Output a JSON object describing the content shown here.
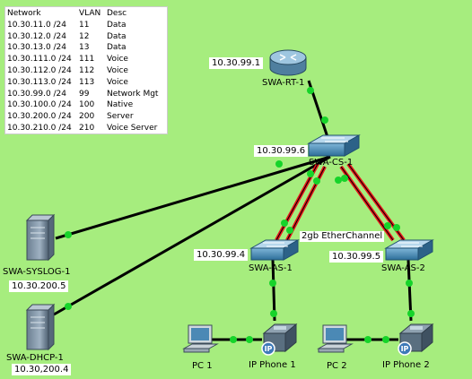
{
  "vlan_table": {
    "headers": [
      "Network",
      "VLAN",
      "Desc"
    ],
    "rows": [
      [
        "10.30.11.0 /24",
        "11",
        "Data"
      ],
      [
        "10.30.12.0 /24",
        "12",
        "Data"
      ],
      [
        "10.30.13.0 /24",
        "13",
        "Data"
      ],
      [
        "10.30.111.0 /24",
        "111",
        "Voice"
      ],
      [
        "10.30.112.0 /24",
        "112",
        "Voice"
      ],
      [
        "10.30.113.0 /24",
        "113",
        "Voice"
      ],
      [
        "10.30.99.0 /24",
        "99",
        "Network Mgt"
      ],
      [
        "10.30.100.0 /24",
        "100",
        "Native"
      ],
      [
        "10.30.200.0 /24",
        "200",
        "Server"
      ],
      [
        "10.30.210.0 /24",
        "210",
        "Voice Server"
      ]
    ]
  },
  "devices": {
    "router": {
      "name": "SWA-RT-1",
      "ip": "10.30.99.1"
    },
    "core_switch": {
      "name": "SWA-CS-1",
      "ip": "10.30.99.6"
    },
    "access_switch_1": {
      "name": "SWA-AS-1",
      "ip": "10.30.99.4"
    },
    "access_switch_2": {
      "name": "SWA-AS-2",
      "ip": "10.30.99.5"
    },
    "syslog_server": {
      "name": "SWA-SYSLOG-1",
      "ip": "10.30.200.5"
    },
    "dhcp_server": {
      "name": "SWA-DHCP-1",
      "ip": "10.30,200.4"
    },
    "pc1": {
      "name": "PC 1"
    },
    "pc2": {
      "name": "PC 2"
    },
    "phone1": {
      "name": "IP Phone 1"
    },
    "phone2": {
      "name": "IP Phone 2"
    }
  },
  "links": {
    "etherchannel_label": "2gb EtherChannel"
  },
  "colors": {
    "background": "#a6ed7e",
    "link": "#000000",
    "etherchannel": "#e8141b",
    "port_up": "#16d42a"
  },
  "icons": {
    "router": "router-icon",
    "switch": "switch-icon",
    "server": "server-icon",
    "pc": "pc-icon",
    "phone": "ip-phone-icon"
  }
}
